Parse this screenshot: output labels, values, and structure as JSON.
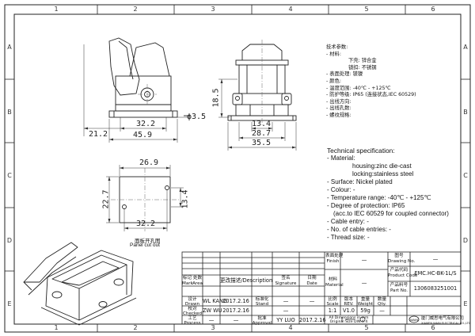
{
  "zones": {
    "top": [
      "1",
      "2",
      "3",
      "4",
      "5",
      "6"
    ],
    "left": [
      "A",
      "B",
      "C",
      "D",
      "E"
    ]
  },
  "dims": {
    "d215": "21.2",
    "d322_top": "32.2",
    "d459": "45.9",
    "d35": "ϕ3.5",
    "d185": "18.5",
    "d134_top": "13.4",
    "d287": "28.7",
    "d355": "35.5",
    "d269": "26.9",
    "d227": "22.7",
    "d134_side": "13.4",
    "d322_bot": "32.2"
  },
  "cutout": {
    "label_cn": "面板开孔图",
    "label_en": "Panel cut out"
  },
  "spec_cn": {
    "title": "技术参数:",
    "material": "- 材料:",
    "housing": "下壳: 锌合金",
    "locking": "锁扣: 不锈钢",
    "surface": "- 表面处理: 镁镍",
    "colour": "- 颜色:",
    "temp": "- 温度范围: -40℃ - +125℃",
    "protection": "- 防护等级: IP65 (连接状态,IEC 60529)",
    "cable_entry": "- 出线方向:",
    "cable_number": "- 出线孔数:",
    "thread": "- 螺纹规格:"
  },
  "spec_en": {
    "title": "Technical specification:",
    "material": "- Material:",
    "housing": "housing:zinc die-cast",
    "locking": "locking:stainless steel",
    "surface": "- Surface: Nickel plated",
    "colour": "- Colour: -",
    "temp": "- Temperature range: -40℃ - +125℃",
    "protection": "- Degree of protection: IP65",
    "protection2": "(acc.to IEC 60529 for coupled connector)",
    "cable_entry": "- Cable entry: -",
    "cable_number": "- No. of cable entries: -",
    "thread": "- Thread size: -"
  },
  "title_block": {
    "finish_cn": "表面处理",
    "finish_en": "Finish",
    "finish_val": "—",
    "material_cn": "材料",
    "material_en": "Material",
    "material_val": "—",
    "drawing_cn": "图号",
    "drawing_en": "Drawing No.",
    "drawing_val": "—",
    "code_cn": "产品代码",
    "code_en": "Product Code",
    "code_val": "EMC.HC-BK-1L/S",
    "part_cn": "产品料号",
    "part_en": "Part No.",
    "part_val": "1306083251001",
    "mark_cn": "标记",
    "mark_en": "Mark",
    "area_cn": "处数",
    "area_en": "Area",
    "desc_cn": "更改描述",
    "desc_en": "/Description",
    "sig_cn": "签名",
    "sig_en": "Signature",
    "date_cn": "日期",
    "date_en": "Date",
    "drawn_cn": "设计",
    "drawn_en": "Drawn",
    "drawn_name": "WL KANG",
    "drawn_date": "2017.2.16",
    "std_cn": "标准化",
    "std_en": "Stand",
    "checked_cn": "校对",
    "checked_en": "Checked",
    "checked_name": "ZW WU",
    "checked_date": "2017.2.16",
    "process_cn": "工艺",
    "process_en": "Process",
    "approved_cn": "批准",
    "approved_en": "Approval",
    "approved_name": "YY LUO",
    "approved_date": "2017.2.16",
    "scale_cn": "比例",
    "scale_en": "Scale",
    "scale_val": "1:1",
    "rev_cn": "版本",
    "rev_en": "REV.",
    "rev_val": "V1.0",
    "weight_cn": "重量",
    "weight_en": "Weight",
    "weight_val": "59g",
    "qty_cn": "数量",
    "qty_en": "Qty.",
    "qty_val": "—",
    "dash": "—",
    "units": "All Dimensions in mm",
    "norm": "Original Size DIN A 4",
    "company_cn": "厦门威思电气有限公司",
    "company_en": "XIAMEN WAIN ELECTRICAL CO.,LTD",
    "logo": "WAIN"
  }
}
